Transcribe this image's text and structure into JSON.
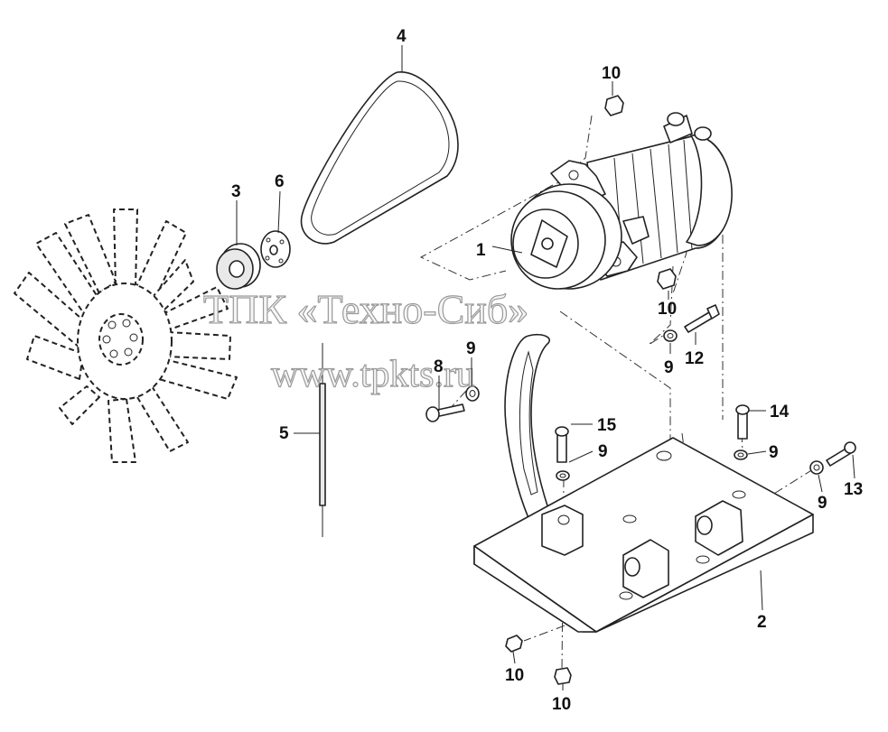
{
  "watermark": {
    "line1": "ТПК «Техно-Сиб»",
    "line2": "www.tpkts.ru"
  },
  "parts": [
    {
      "id": "p1",
      "label": "1"
    },
    {
      "id": "p2",
      "label": "2"
    },
    {
      "id": "p3",
      "label": "3"
    },
    {
      "id": "p4",
      "label": "4"
    },
    {
      "id": "p5",
      "label": "5"
    },
    {
      "id": "p6",
      "label": "6"
    },
    {
      "id": "p8",
      "label": "8"
    },
    {
      "id": "p9a",
      "label": "9"
    },
    {
      "id": "p9b",
      "label": "9"
    },
    {
      "id": "p9c",
      "label": "9"
    },
    {
      "id": "p9d",
      "label": "9"
    },
    {
      "id": "p9e",
      "label": "9"
    },
    {
      "id": "p10a",
      "label": "10"
    },
    {
      "id": "p10b",
      "label": "10"
    },
    {
      "id": "p10c",
      "label": "10"
    },
    {
      "id": "p10d",
      "label": "10"
    },
    {
      "id": "p12",
      "label": "12"
    },
    {
      "id": "p13",
      "label": "13"
    },
    {
      "id": "p14",
      "label": "14"
    },
    {
      "id": "p15",
      "label": "15"
    }
  ]
}
